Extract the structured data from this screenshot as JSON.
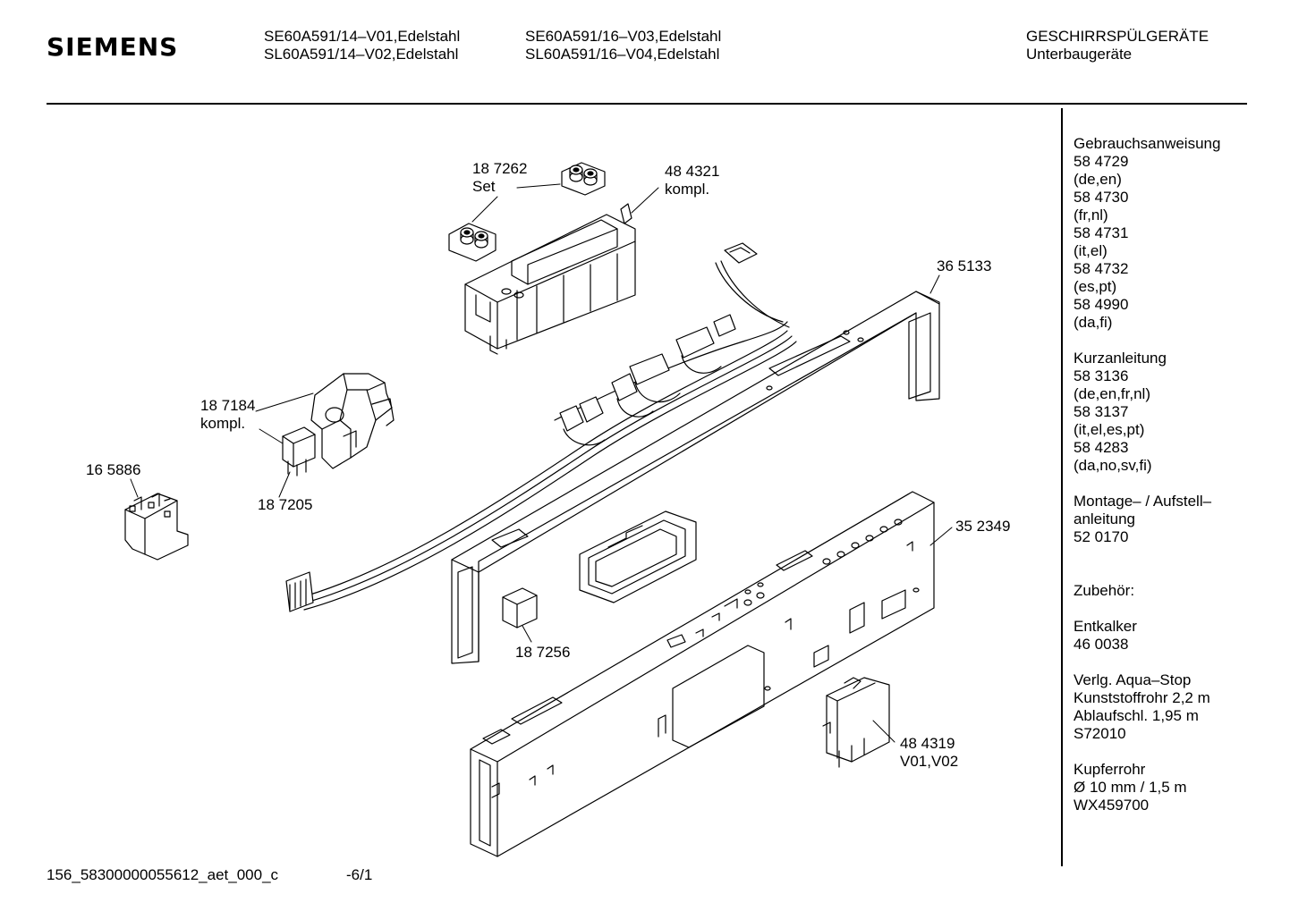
{
  "header": {
    "brand": "SIEMENS",
    "models_col1": [
      "SE60A591/14–V01,Edelstahl",
      "SL60A591/14–V02,Edelstahl"
    ],
    "models_col2": [
      "SE60A591/16–V03,Edelstahl",
      "SL60A591/16–V04,Edelstahl"
    ],
    "category": [
      "GESCHIRRSPÜLGERÄTE",
      "Unterbaugeräte"
    ]
  },
  "sidebar": {
    "lines": [
      "Gebrauchsanweisung",
      "58 4729",
      "(de,en)",
      "58 4730",
      "(fr,nl)",
      "58 4731",
      "(it,el)",
      "58 4732",
      "(es,pt)",
      "58 4990",
      "(da,fi)",
      "",
      "Kurzanleitung",
      "58 3136",
      "(de,en,fr,nl)",
      "58 3137",
      "(it,el,es,pt)",
      "58 4283",
      "(da,no,sv,fi)",
      "",
      "Montage– / Aufstell–",
      "anleitung",
      "52 0170",
      "",
      "",
      "Zubehör:",
      "",
      "Entkalker",
      "46 0038",
      "",
      "Verlg. Aqua–Stop",
      "Kunststoffrohr 2,2 m",
      "Ablaufschl. 1,95 m",
      "S72010",
      "",
      "Kupferrohr",
      "Ø 10 mm / 1,5 m",
      "WX459700"
    ]
  },
  "callouts": {
    "c187262": [
      "18 7262",
      "Set"
    ],
    "c484321": [
      "48 4321",
      "kompl."
    ],
    "c365133": [
      "36 5133"
    ],
    "c187184": [
      "18 7184",
      "kompl."
    ],
    "c165886": [
      "16 5886"
    ],
    "c187205": [
      "18 7205"
    ],
    "c352349": [
      "35 2349"
    ],
    "c187256": [
      "18 7256"
    ],
    "c484319": [
      "48 4319",
      "V01,V02"
    ]
  },
  "footer": {
    "doc_id": "156_58300000055612_aet_000_c",
    "page": "-6/1"
  }
}
